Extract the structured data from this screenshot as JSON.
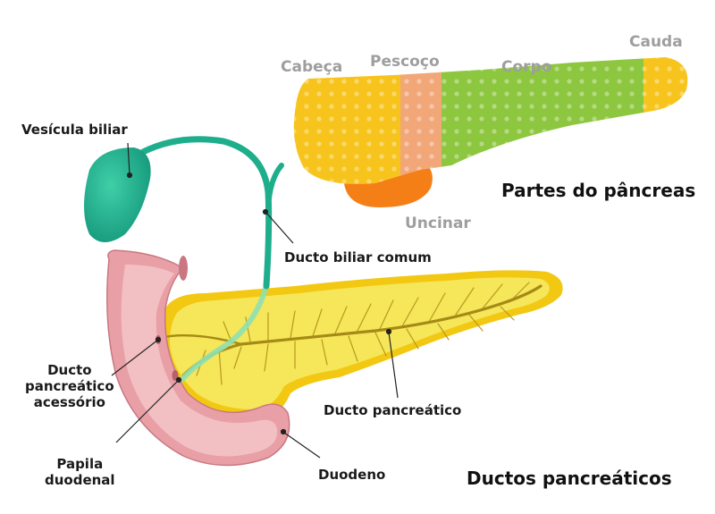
{
  "parts_diagram": {
    "title": "Partes do pâncreas",
    "parts": {
      "cabeca": "Cabeça",
      "pescoco": "Pescoço",
      "corpo": "Corpo",
      "cauda": "Cauda",
      "uncinar": "Uncinar"
    }
  },
  "ducts_diagram": {
    "title": "Ductos pancreáticos",
    "labels": {
      "vesicula": "Vesícula biliar",
      "ducto_biliar": "Ducto biliar comum",
      "ducto_acessorio": "Ducto\npancreático\nacessório",
      "papila": "Papila\nduodenal",
      "ducto_pancreatico": "Ducto pancreático",
      "duodeno": "Duodeno"
    }
  },
  "colors": {
    "cabeca": "#f7c41d",
    "pescoco": "#f2a779",
    "corpo": "#8dc63f",
    "cauda": "#f7c41d",
    "uncinar": "#f57f17",
    "pancreas": "#f6e65a",
    "pancreas_edge": "#f2c812",
    "duodeno": "#e8a0a6",
    "vesicula": "#1fae8c"
  }
}
